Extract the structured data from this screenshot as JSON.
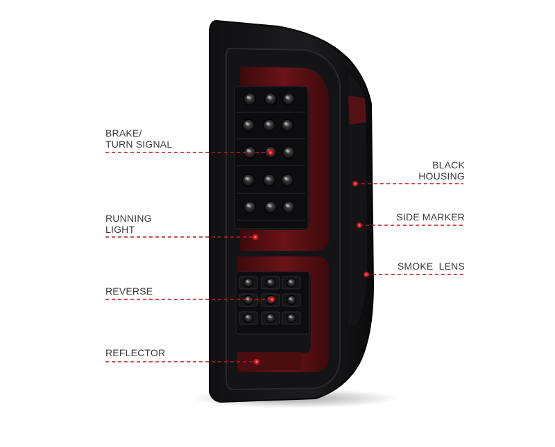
{
  "image": {
    "subject": "Smoked LED tail light assembly with labeled features",
    "colors": {
      "housing": "#0c0c0e",
      "lens_smoke": "#1a1a1d",
      "light_bar_red": "#5a0f12",
      "leader_line": "#c0161c",
      "dot": "#d81c24",
      "label_text": "#3a3a3a",
      "background": "#ffffff"
    }
  },
  "callouts": {
    "brake_turn_signal": "BRAKE/\nTURN SIGNAL",
    "running_light": "RUNNING\nLIGHT",
    "reverse": "REVERSE",
    "reflector": "REFLECTOR",
    "black_housing": "BLACK\nHOUSING",
    "side_marker": "SIDE MARKER",
    "smoke_lens": "SMOKE  LENS"
  }
}
